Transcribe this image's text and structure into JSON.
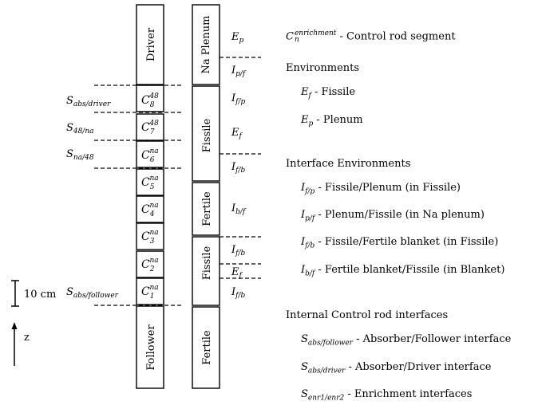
{
  "column_left": {
    "driver": "Driver",
    "follower": "Follower",
    "segments": [
      {
        "base": "C",
        "sub": "8",
        "sup": "48"
      },
      {
        "base": "C",
        "sub": "7",
        "sup": "48"
      },
      {
        "base": "C",
        "sub": "6",
        "sup": "na"
      },
      {
        "base": "C",
        "sub": "5",
        "sup": "na"
      },
      {
        "base": "C",
        "sub": "4",
        "sup": "na"
      },
      {
        "base": "C",
        "sub": "3",
        "sup": "na"
      },
      {
        "base": "C",
        "sub": "2",
        "sup": "na"
      },
      {
        "base": "C",
        "sub": "1",
        "sup": "na"
      }
    ],
    "interface_labels": [
      {
        "base": "S",
        "sub": "abs/driver"
      },
      {
        "base": "S",
        "sub": "48/na"
      },
      {
        "base": "S",
        "sub": "na/48"
      },
      {
        "base": "S",
        "sub": "abs/follower"
      }
    ]
  },
  "column_right": {
    "blocks": [
      "Na Plenum",
      "Fissile",
      "Fertile",
      "Fissile",
      "Fertile"
    ],
    "env_labels": [
      {
        "base": "E",
        "sub": "p"
      },
      {
        "base": "I",
        "sub": "p/f"
      },
      {
        "base": "I",
        "sub": "f/p"
      },
      {
        "base": "E",
        "sub": "f"
      },
      {
        "base": "I",
        "sub": "f/b"
      },
      {
        "base": "I",
        "sub": "b/f"
      },
      {
        "base": "I",
        "sub": "f/b"
      },
      {
        "base": "E",
        "sub": "f"
      },
      {
        "base": "I",
        "sub": "f/b"
      }
    ]
  },
  "scale": {
    "label": "10 cm",
    "axis": "z"
  },
  "legend": {
    "segment_symbol": {
      "base": "C",
      "sub": "n",
      "sup": "enrichment"
    },
    "segment_desc": "- Control rod segment",
    "environments_title": "Environments",
    "environments": [
      {
        "base": "E",
        "sub": "f",
        "desc": "- Fissile"
      },
      {
        "base": "E",
        "sub": "p",
        "desc": "- Plenum"
      }
    ],
    "interface_title": "Interface Environments",
    "interfaces": [
      {
        "base": "I",
        "sub": "f/p",
        "desc": "- Fissile/Plenum (in Fissile)"
      },
      {
        "base": "I",
        "sub": "p/f",
        "desc": "- Plenum/Fissile (in Na plenum)"
      },
      {
        "base": "I",
        "sub": "f/b",
        "desc": "- Fissile/Fertile blanket (in Fissile)"
      },
      {
        "base": "I",
        "sub": "b/f",
        "desc": "- Fertile blanket/Fissile (in Blanket)"
      }
    ],
    "internal_title": "Internal Control rod interfaces",
    "internal": [
      {
        "base": "S",
        "sub": "abs/follower",
        "desc": "- Absorber/Follower interface"
      },
      {
        "base": "S",
        "sub": "abs/driver",
        "desc": "- Absorber/Driver interface"
      },
      {
        "base": "S",
        "sub": "enr1/enr2",
        "desc": "- Enrichment interfaces"
      }
    ]
  }
}
